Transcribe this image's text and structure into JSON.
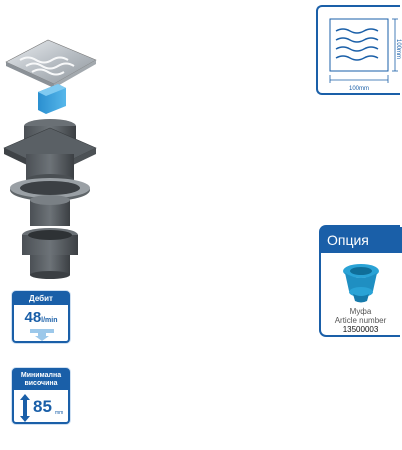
{
  "dimension_drawing": {
    "width_label": "100mm",
    "height_label": "100mm"
  },
  "flow_badge": {
    "title": "Дебит",
    "value": "48",
    "unit": "l/min"
  },
  "height_badge": {
    "title_line1": "Минимална",
    "title_line2": "височина",
    "value": "85",
    "unit": "mm"
  },
  "option_card": {
    "header": "Опция",
    "product_name": "Муфа",
    "article_label": "Article number",
    "article_number": "13500003"
  },
  "colors": {
    "brand_blue": "#1a5fa8",
    "accent_cyan": "#2aa3d6"
  },
  "icons": [
    "drain-illustration",
    "wave-grate-icon",
    "flow-arrow-icon",
    "height-arrow-icon",
    "coupling-sleeve-icon"
  ]
}
